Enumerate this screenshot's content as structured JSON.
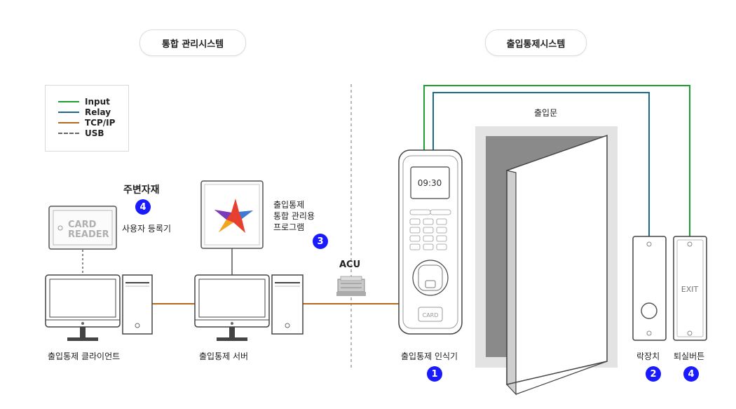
{
  "headers": {
    "left": "통합 관리시스템",
    "right": "출입통제시스템"
  },
  "legend": [
    {
      "label": "Input",
      "color": "#1e9e2f",
      "style": "solid"
    },
    {
      "label": "Relay",
      "color": "#1d6a8a",
      "style": "solid"
    },
    {
      "label": "TCP/IP",
      "color": "#b5681e",
      "style": "solid"
    },
    {
      "label": "USB",
      "color": "#666666",
      "style": "dashed"
    }
  ],
  "peripheral": {
    "title": "주변자재",
    "badge": "4",
    "sublabel": "사용자 등록기",
    "card_reader_text": [
      "CARD",
      "READER"
    ]
  },
  "program": {
    "label_lines": [
      "출입통제",
      "통합 관리용",
      "프로그램"
    ],
    "badge": "3"
  },
  "acu_label": "ACU",
  "client_label": "출입통제 클라이언트",
  "server_label": "출입통제 서버",
  "reader": {
    "label": "출입통제 인식기",
    "badge": "1",
    "time": "09:30",
    "card_text": "CARD"
  },
  "door_label": "출입문",
  "lock": {
    "label": "락장치",
    "badge": "2"
  },
  "exit_button": {
    "label": "퇴실버튼",
    "badge": "4",
    "text": "EXIT"
  }
}
